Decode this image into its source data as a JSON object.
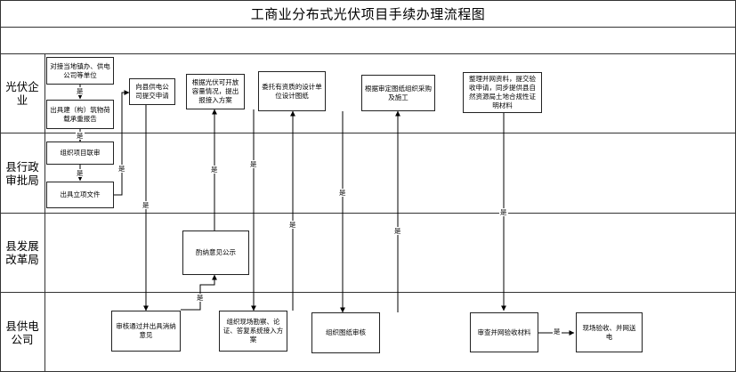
{
  "title": "工商业分布式光伏项目手续办理流程图",
  "lanes": [
    {
      "name": "光伏企业"
    },
    {
      "name": "县行政审批局"
    },
    {
      "name": "县发展改革局"
    },
    {
      "name": "县供电公司"
    }
  ],
  "nodes": {
    "n1": "对接当地镇办、供电公司等单位",
    "n2": "出具建（构）筑物荷载承重报告",
    "n3": "向县供电公司提交申请",
    "n4": "根据光伏可开放容量情况，提出报接入方案",
    "n5": "委托有资质的设计单位设计图纸",
    "n6": "根据审定图纸组织采购及施工",
    "n7": "整理并网资料，提交验收申请，同步提供县自然资源局土地合规性证明材料",
    "n8": "组织项目联审",
    "n9": "出具立项文件",
    "n10": "酌纳意见公示",
    "n11": "审核通过并出具消纳意见",
    "n12": "组织现场勘察、论证、答复系统接入方案",
    "n13": "组织图纸审核",
    "n14": "审查并网验收材料",
    "n15": "现场验收、并网送电"
  },
  "edge_label": "是"
}
